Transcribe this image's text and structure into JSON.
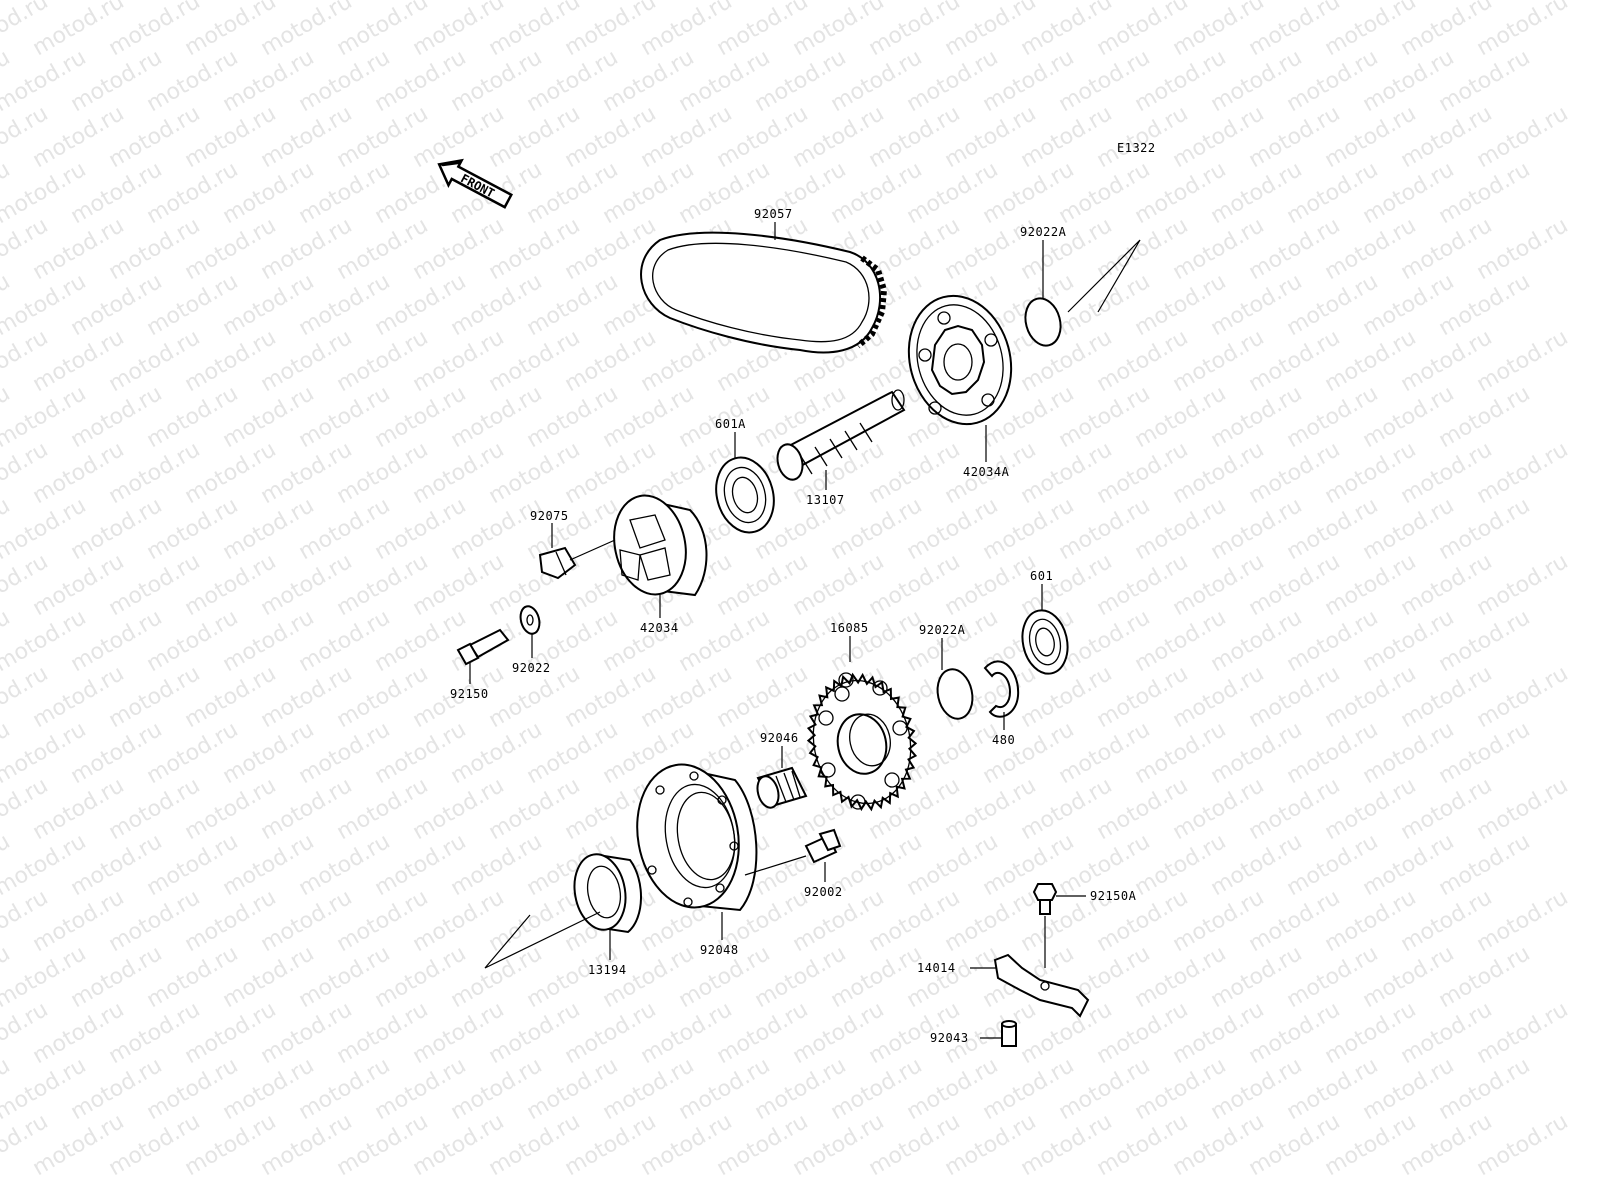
{
  "diagram": {
    "code": "E1322",
    "front_arrow": "FRONT",
    "watermark": "motod.ru",
    "part_numbers": {
      "p92057": "92057",
      "p92022A_top": "92022A",
      "p42034A": "42034A",
      "p13107": "13107",
      "p601A": "601A",
      "p92075": "92075",
      "p42034": "42034",
      "p92022": "92022",
      "p92150": "92150",
      "p16085": "16085",
      "p92022A_mid": "92022A",
      "p601": "601",
      "p480": "480",
      "p92046": "92046",
      "p92002": "92002",
      "p92048": "92048",
      "p13194": "13194",
      "p92150A": "92150A",
      "p14014": "14014",
      "p92043": "92043"
    }
  }
}
